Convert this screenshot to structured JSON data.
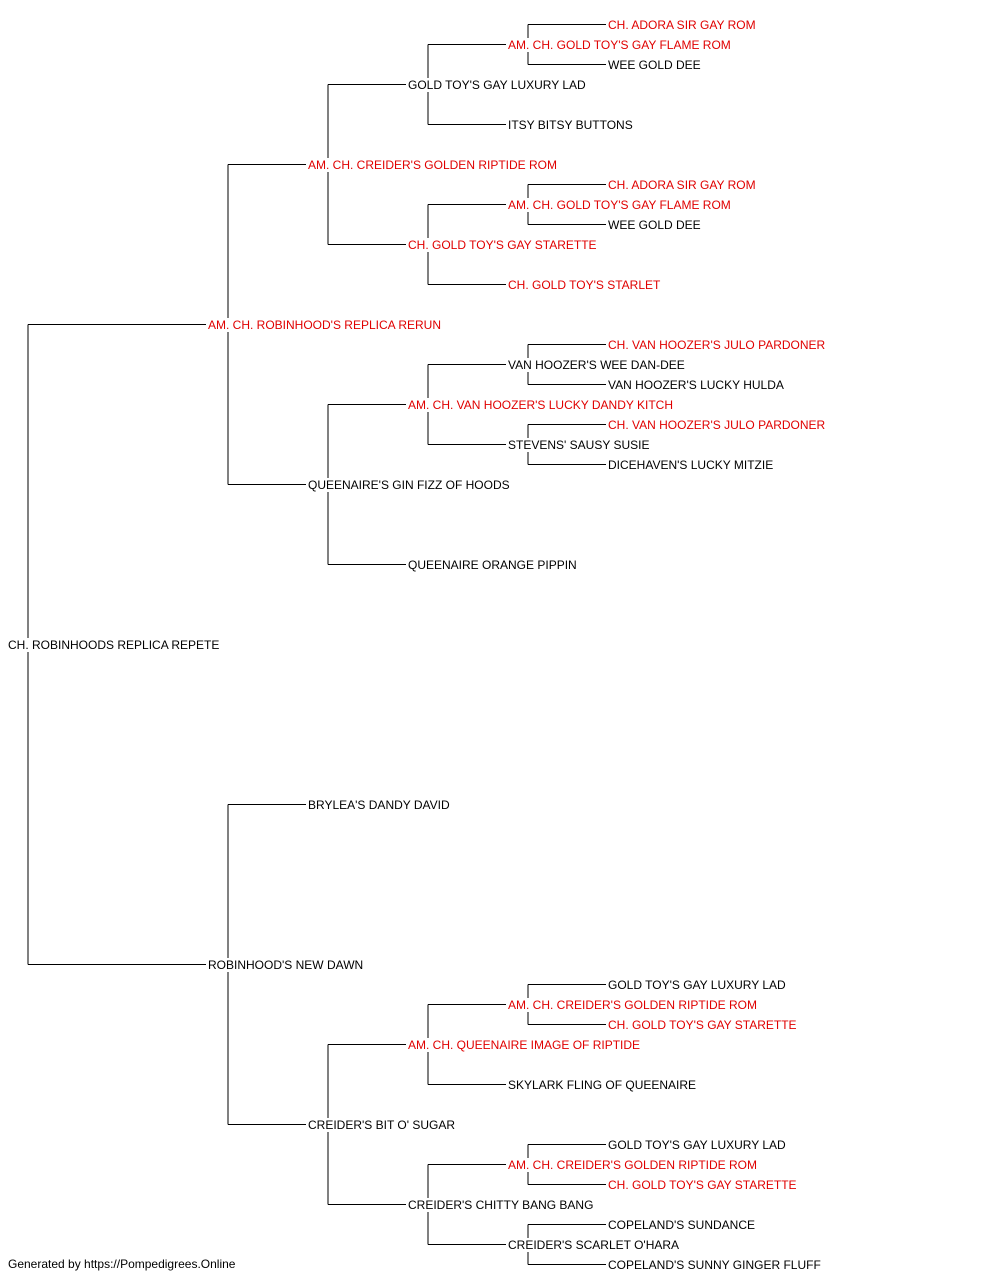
{
  "colors": {
    "champion": "#e00000",
    "normal": "#000000",
    "line": "#000000"
  },
  "pedigree": {
    "name": "CH. ROBINHOODS REPLICA REPETE",
    "champion": false,
    "sire": {
      "name": "AM. CH. ROBINHOOD'S REPLICA RERUN",
      "champion": true,
      "sire": {
        "name": "AM. CH. CREIDER'S GOLDEN RIPTIDE ROM",
        "champion": true,
        "sire": {
          "name": "GOLD TOY'S GAY LUXURY LAD",
          "champion": false,
          "sire": {
            "name": "AM. CH. GOLD TOY'S GAY FLAME ROM",
            "champion": true,
            "sire": {
              "name": "CH. ADORA SIR GAY ROM",
              "champion": true
            },
            "dam": {
              "name": "WEE GOLD DEE",
              "champion": false
            }
          },
          "dam": {
            "name": "ITSY BITSY BUTTONS",
            "champion": false
          }
        },
        "dam": {
          "name": "CH. GOLD TOY'S GAY STARETTE",
          "champion": true,
          "sire": {
            "name": "AM. CH. GOLD TOY'S GAY FLAME ROM",
            "champion": true,
            "sire": {
              "name": "CH. ADORA SIR GAY ROM",
              "champion": true
            },
            "dam": {
              "name": "WEE GOLD DEE",
              "champion": false
            }
          },
          "dam": {
            "name": "CH. GOLD TOY'S STARLET",
            "champion": true
          }
        }
      },
      "dam": {
        "name": "QUEENAIRE'S GIN FIZZ OF HOODS",
        "champion": false,
        "sire": {
          "name": "AM. CH. VAN HOOZER'S LUCKY DANDY KITCH",
          "champion": true,
          "sire": {
            "name": "VAN HOOZER'S WEE DAN-DEE",
            "champion": false,
            "sire": {
              "name": "CH. VAN HOOZER'S JULO PARDONER",
              "champion": true
            },
            "dam": {
              "name": "VAN HOOZER'S LUCKY HULDA",
              "champion": false
            }
          },
          "dam": {
            "name": "STEVENS' SAUSY SUSIE",
            "champion": false,
            "sire": {
              "name": "CH. VAN HOOZER'S JULO PARDONER",
              "champion": true
            },
            "dam": {
              "name": "DICEHAVEN'S LUCKY MITZIE",
              "champion": false
            }
          }
        },
        "dam": {
          "name": "QUEENAIRE ORANGE PIPPIN",
          "champion": false
        }
      }
    },
    "dam": {
      "name": "ROBINHOOD'S NEW DAWN",
      "champion": false,
      "sire": {
        "name": "BRYLEA'S DANDY DAVID",
        "champion": false
      },
      "dam": {
        "name": "CREIDER'S BIT O' SUGAR",
        "champion": false,
        "sire": {
          "name": "AM. CH. QUEENAIRE IMAGE OF RIPTIDE",
          "champion": true,
          "sire": {
            "name": "AM. CH. CREIDER'S GOLDEN RIPTIDE ROM",
            "champion": true,
            "sire": {
              "name": "GOLD TOY'S GAY LUXURY LAD",
              "champion": false
            },
            "dam": {
              "name": "CH. GOLD TOY'S GAY STARETTE",
              "champion": true
            }
          },
          "dam": {
            "name": "SKYLARK FLING OF QUEENAIRE",
            "champion": false
          }
        },
        "dam": {
          "name": "CREIDER'S CHITTY BANG BANG",
          "champion": false,
          "sire": {
            "name": "AM. CH. CREIDER'S GOLDEN RIPTIDE ROM",
            "champion": true,
            "sire": {
              "name": "GOLD TOY'S GAY LUXURY LAD",
              "champion": false
            },
            "dam": {
              "name": "CH. GOLD TOY'S GAY STARETTE",
              "champion": true
            }
          },
          "dam": {
            "name": "CREIDER'S SCARLET O'HARA",
            "champion": false,
            "sire": {
              "name": "COPELAND'S SUNDANCE",
              "champion": false
            },
            "dam": {
              "name": "COPELAND'S SUNNY GINGER FLUFF",
              "champion": false
            }
          }
        }
      }
    }
  },
  "footer": {
    "text": "Generated by https://Pompedigrees.Online"
  }
}
